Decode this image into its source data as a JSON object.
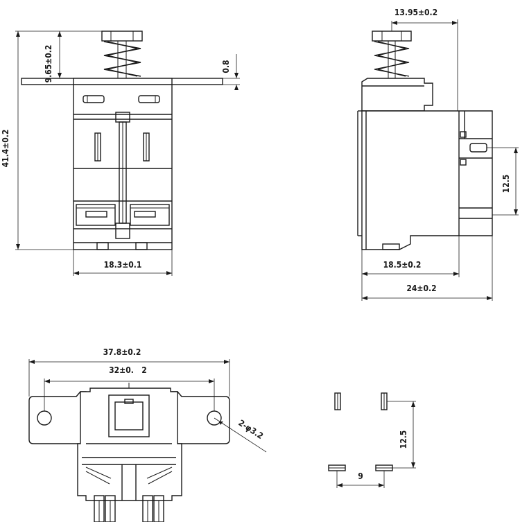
{
  "front_view": {
    "dim_height_total": "41.4±0.2",
    "dim_height_spring": "9.65±0.2",
    "dim_flange_thickness": "0.8",
    "dim_width": "18.3±0.1"
  },
  "side_view": {
    "dim_plunger_offset": "13.95±0.2",
    "dim_terminal_spacing": "12.5",
    "dim_body_depth": "18.5±0.2",
    "dim_overall_depth": "24±0.2"
  },
  "bottom_view": {
    "dim_flange_length": "37.8±0.2",
    "dim_hole_pitch": "32±0.",
    "dim_hole_pitch_suffix": "2",
    "dim_hole_diameter": "2-φ3.2"
  },
  "pin_layout": {
    "dim_vertical": "12.5",
    "dim_horizontal": "9"
  }
}
